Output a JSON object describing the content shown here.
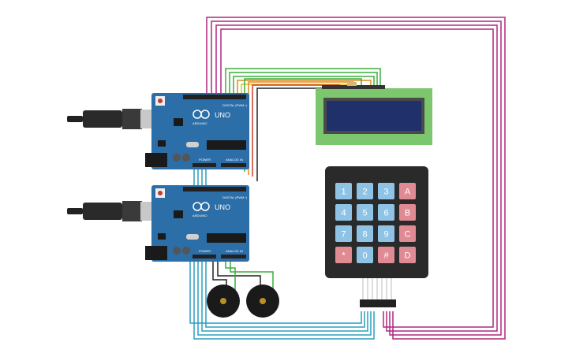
{
  "boards": [
    {
      "model": "UNO",
      "brand": "ARDUINO",
      "digital_label": "DIGITAL (PWM~)",
      "power_label": "POWER",
      "analog_label": "ANALOG IN"
    },
    {
      "model": "UNO",
      "brand": "ARDUINO",
      "digital_label": "DIGITAL (PWM~)",
      "power_label": "POWER",
      "analog_label": "ANALOG IN"
    }
  ],
  "keypad": {
    "rows": [
      [
        "1",
        "2",
        "3",
        "A"
      ],
      [
        "4",
        "5",
        "6",
        "B"
      ],
      [
        "7",
        "8",
        "9",
        "C"
      ],
      [
        "*",
        "0",
        "#",
        "D"
      ]
    ]
  },
  "colors": {
    "board": "#2b6ea8",
    "lcd_frame": "#7cc66e",
    "lcd_screen": "#20306b",
    "wire_magenta": "#b0277e",
    "wire_cyan": "#2a9fbf",
    "wire_green": "#3cae3c",
    "wire_orange": "#e08a1e",
    "wire_yellow": "#d8c21e",
    "wire_red": "#d23a2a",
    "wire_black": "#222222",
    "key_blue": "#8fc3e6",
    "key_red": "#e08a94"
  }
}
